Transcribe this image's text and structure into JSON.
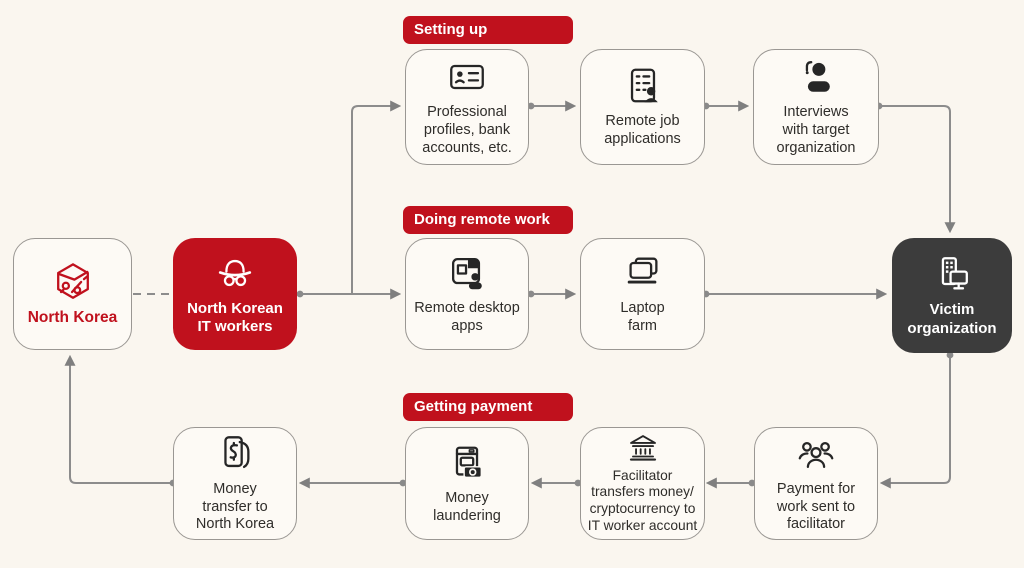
{
  "colors": {
    "background": "#faf6ef",
    "accent_red": "#c0111d",
    "dark_node": "#3c3c3c",
    "node_fill": "#fdfaf5",
    "node_border": "#9a9793",
    "connector_gray": "#8c8c8c",
    "text_dark": "#2f2d2a"
  },
  "stages": [
    {
      "label": "Setting up"
    },
    {
      "label": "Doing remote work"
    },
    {
      "label": "Getting payment"
    }
  ],
  "nodes": {
    "north_korea": {
      "label": "North Korea",
      "icon": "hexagon-globe-icon"
    },
    "it_workers": {
      "label": "North Korean\nIT workers",
      "icon": "spy-icon"
    },
    "profiles": {
      "label": "Professional\nprofiles, bank\naccounts, etc.",
      "icon": "id-card-icon"
    },
    "applications": {
      "label": "Remote job\napplications",
      "icon": "checklist-person-icon"
    },
    "interviews": {
      "label": "Interviews\nwith target\norganization",
      "icon": "headset-person-icon"
    },
    "remote_desktop": {
      "label": "Remote desktop\napps",
      "icon": "app-window-person-icon"
    },
    "laptop_farm": {
      "label": "Laptop\nfarm",
      "icon": "laptops-icon"
    },
    "victim": {
      "label": "Victim\norganization",
      "icon": "building-monitor-icon"
    },
    "money_transfer": {
      "label": "Money\ntransfer to\nNorth Korea",
      "icon": "phone-money-hand-icon"
    },
    "laundering": {
      "label": "Money\nlaundering",
      "icon": "washing-machine-money-icon"
    },
    "facilitator": {
      "label": "Facilitator\ntransfers money/\ncryptocurrency to\nIT worker account",
      "icon": "bank-icon"
    },
    "payment": {
      "label": "Payment for\nwork sent to\nfacilitator",
      "icon": "people-group-icon"
    }
  }
}
